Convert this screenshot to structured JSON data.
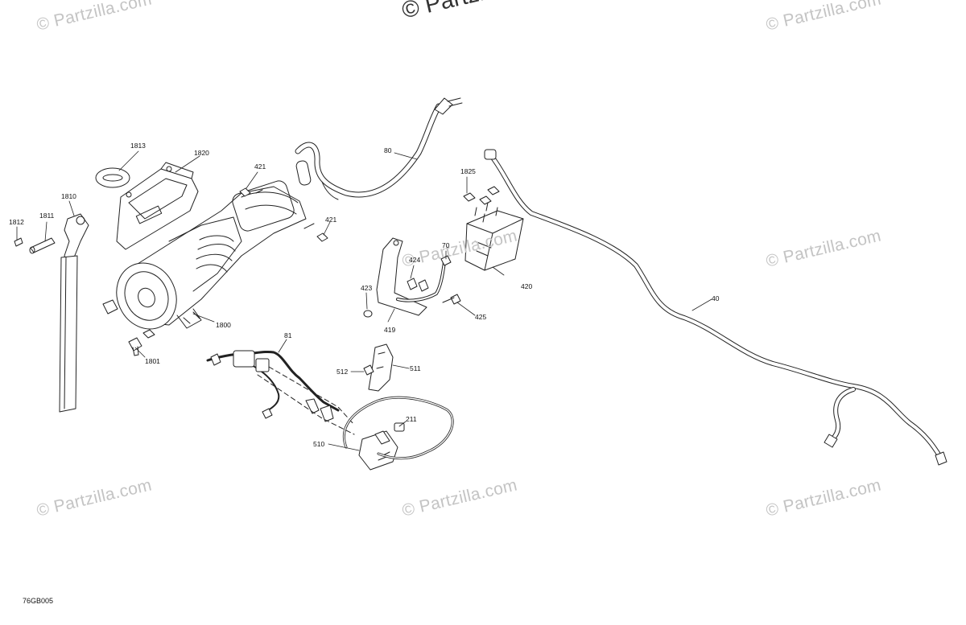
{
  "diagram": {
    "drawing_code": "76GB005",
    "watermarks": {
      "top": "© Partzilla.c",
      "repeat": "© Partzilla.com"
    },
    "callouts": [
      "1813",
      "1820",
      "421",
      "80",
      "1825",
      "1810",
      "1812",
      "1811",
      "421",
      "70",
      "424",
      "420",
      "423",
      "1800",
      "419",
      "425",
      "40",
      "81",
      "1801",
      "512",
      "511",
      "211",
      "510"
    ]
  },
  "colors": {
    "line": "#222222",
    "watermark": "#c4c4c4"
  }
}
